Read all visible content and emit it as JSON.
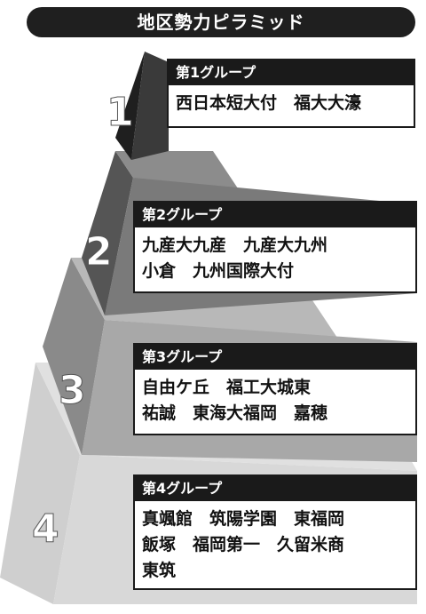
{
  "title": "地区勢力ピラミッド",
  "tiers": [
    {
      "number": "1",
      "header": "第1グループ",
      "lines": [
        "西日本短大付　福大大濠"
      ]
    },
    {
      "number": "2",
      "header": "第2グループ",
      "lines": [
        "九産大九産　九産大九州",
        "小倉　九州国際大付"
      ]
    },
    {
      "number": "3",
      "header": "第3グループ",
      "lines": [
        "自由ケ丘　福工大城東",
        "祐誠　東海大福岡　嘉穂"
      ]
    },
    {
      "number": "4",
      "header": "第4グループ",
      "lines": [
        "真颯館　筑陽学園　東福岡",
        "飯塚　福岡第一　久留米商",
        "東筑"
      ]
    }
  ]
}
